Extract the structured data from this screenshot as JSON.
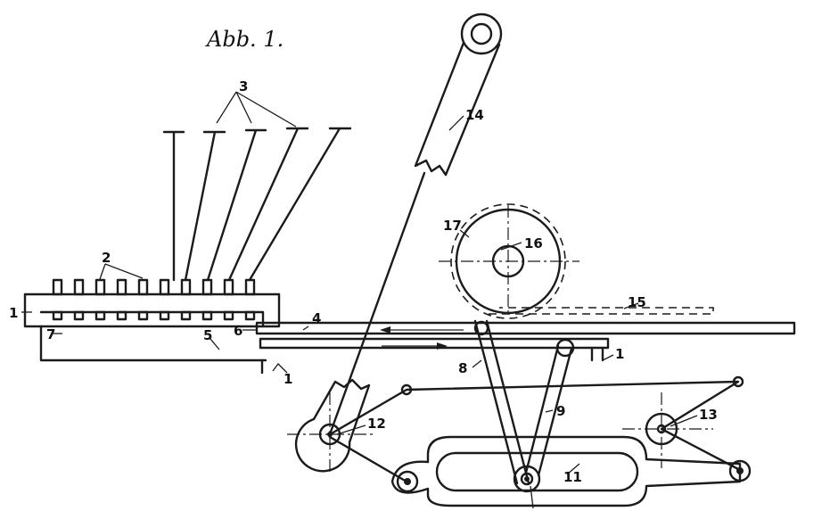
{
  "figure": {
    "title": "Abb. 1."
  },
  "labels": {
    "l1a": "1",
    "l1b": "1",
    "l2": "2",
    "l3": "3",
    "l4": "4",
    "l5": "5",
    "l6": "6",
    "l7": "7",
    "l8": "8",
    "l9": "9",
    "l11": "11",
    "l12": "12",
    "l13": "13",
    "l14": "14",
    "l15": "15",
    "l16": "16",
    "l17": "17"
  }
}
